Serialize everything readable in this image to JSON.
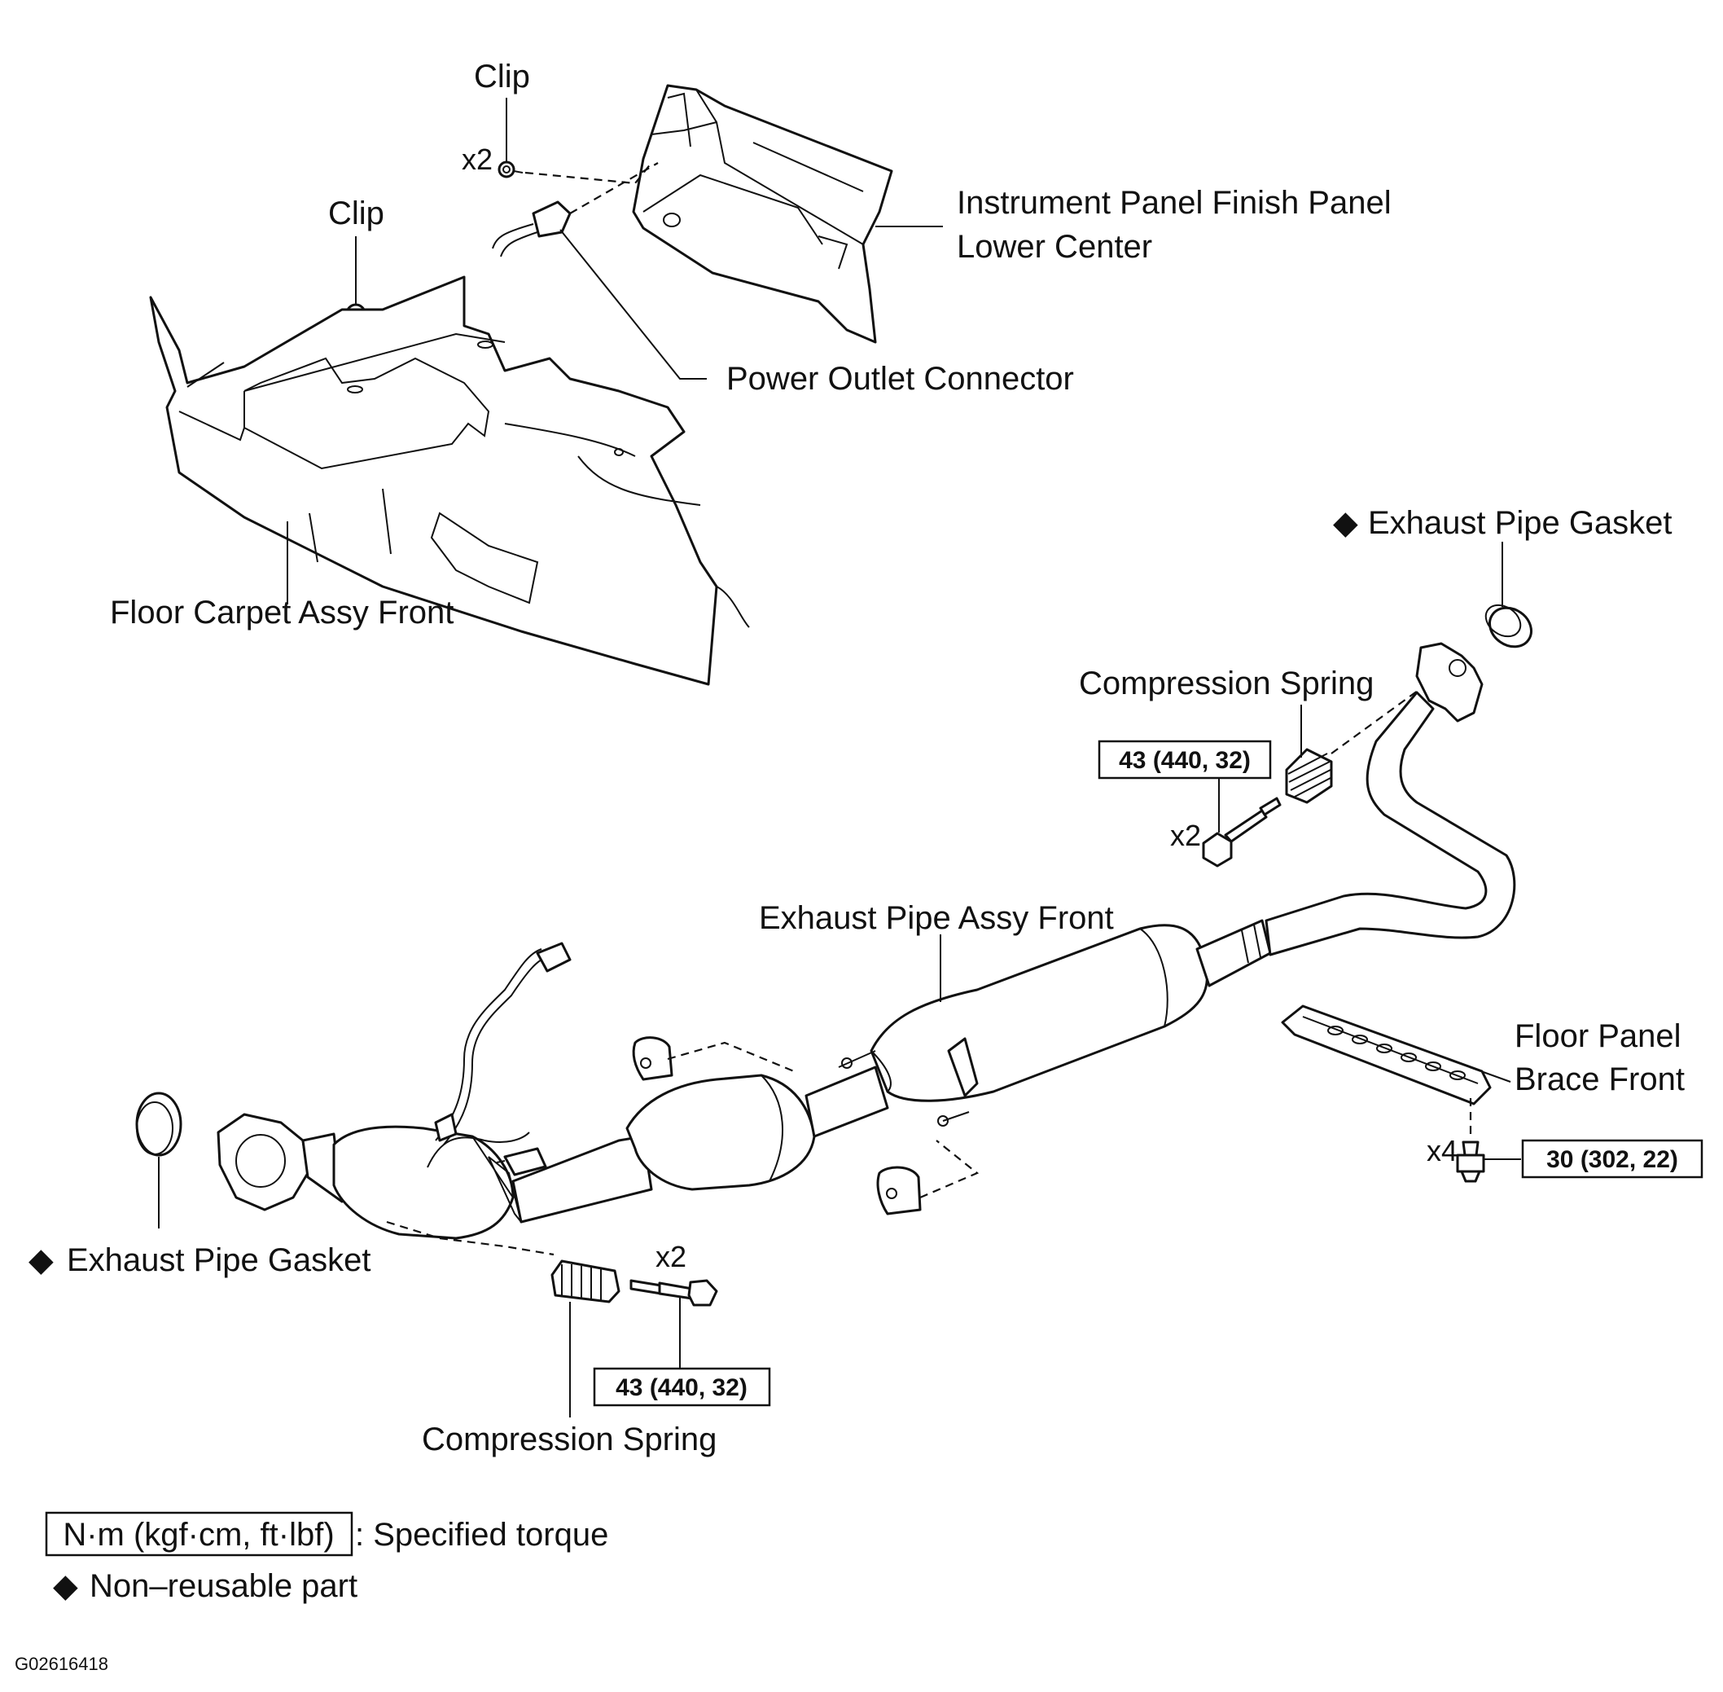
{
  "labels": {
    "clip_top": "Clip",
    "clip_left": "Clip",
    "instrument_panel_line1": "Instrument Panel Finish Panel",
    "instrument_panel_line2": "Lower Center",
    "power_outlet_connector": "Power Outlet Connector",
    "floor_carpet": "Floor Carpet Assy Front",
    "exhaust_pipe_gasket_top": "Exhaust Pipe Gasket",
    "compression_spring_top": "Compression Spring",
    "exhaust_pipe_assy_front": "Exhaust Pipe Assy Front",
    "floor_panel_brace_line1": "Floor Panel",
    "floor_panel_brace_line2": "Brace Front",
    "exhaust_pipe_gasket_bottom": "Exhaust Pipe Gasket",
    "compression_spring_bottom": "Compression Spring"
  },
  "quantities": {
    "clip_top": "x2",
    "bolt_top": "x2",
    "bolt_bottom": "x2",
    "brace_bolts": "x4"
  },
  "torques": {
    "spring_bolt_top": "43 (440, 32)",
    "brace_bolt": "30 (302, 22)",
    "spring_bolt_bottom": "43 (440, 32)"
  },
  "legend": {
    "torque_units": "N·m (kgf·cm, ft·lbf)",
    "torque_desc": ": Specified torque",
    "non_reusable": "Non–reusable part",
    "diamond": "◆"
  },
  "figure_code": "G02616418"
}
